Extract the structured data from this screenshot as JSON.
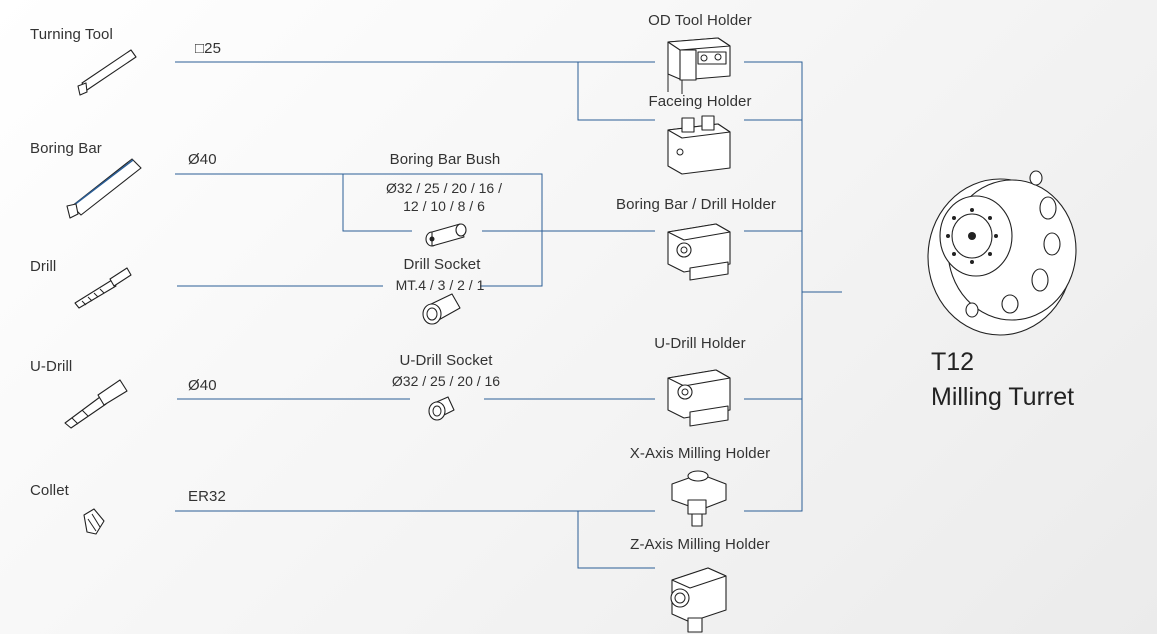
{
  "tools": {
    "turning_tool": "Turning Tool",
    "boring_bar": "Boring Bar",
    "drill": "Drill",
    "u_drill": "U-Drill",
    "collet": "Collet"
  },
  "specs": {
    "turning": "□25",
    "boring": "Ø40",
    "u_drill": "Ø40",
    "collet": "ER32"
  },
  "adapters": {
    "boring_bar_bush": "Boring Bar Bush",
    "boring_bar_bush_sizes_1": "Ø32 / 25 / 20 / 16 /",
    "boring_bar_bush_sizes_2": "12 / 10 / 8 / 6",
    "drill_socket": "Drill Socket",
    "drill_socket_sizes": "MT.4 / 3 / 2 / 1",
    "u_drill_socket": "U-Drill Socket",
    "u_drill_socket_sizes": "Ø32 / 25 / 20 / 16"
  },
  "holders": {
    "od": "OD Tool Holder",
    "facing": "Faceing Holder",
    "boring_drill": "Boring Bar / Drill Holder",
    "u_drill": "U-Drill Holder",
    "x_axis": "X-Axis Milling Holder",
    "z_axis": "Z-Axis Milling Holder"
  },
  "turret": {
    "line1": "T12",
    "line2": "Milling Turret"
  },
  "colors": {
    "connector": "#2b5e96",
    "ink": "#222222"
  }
}
